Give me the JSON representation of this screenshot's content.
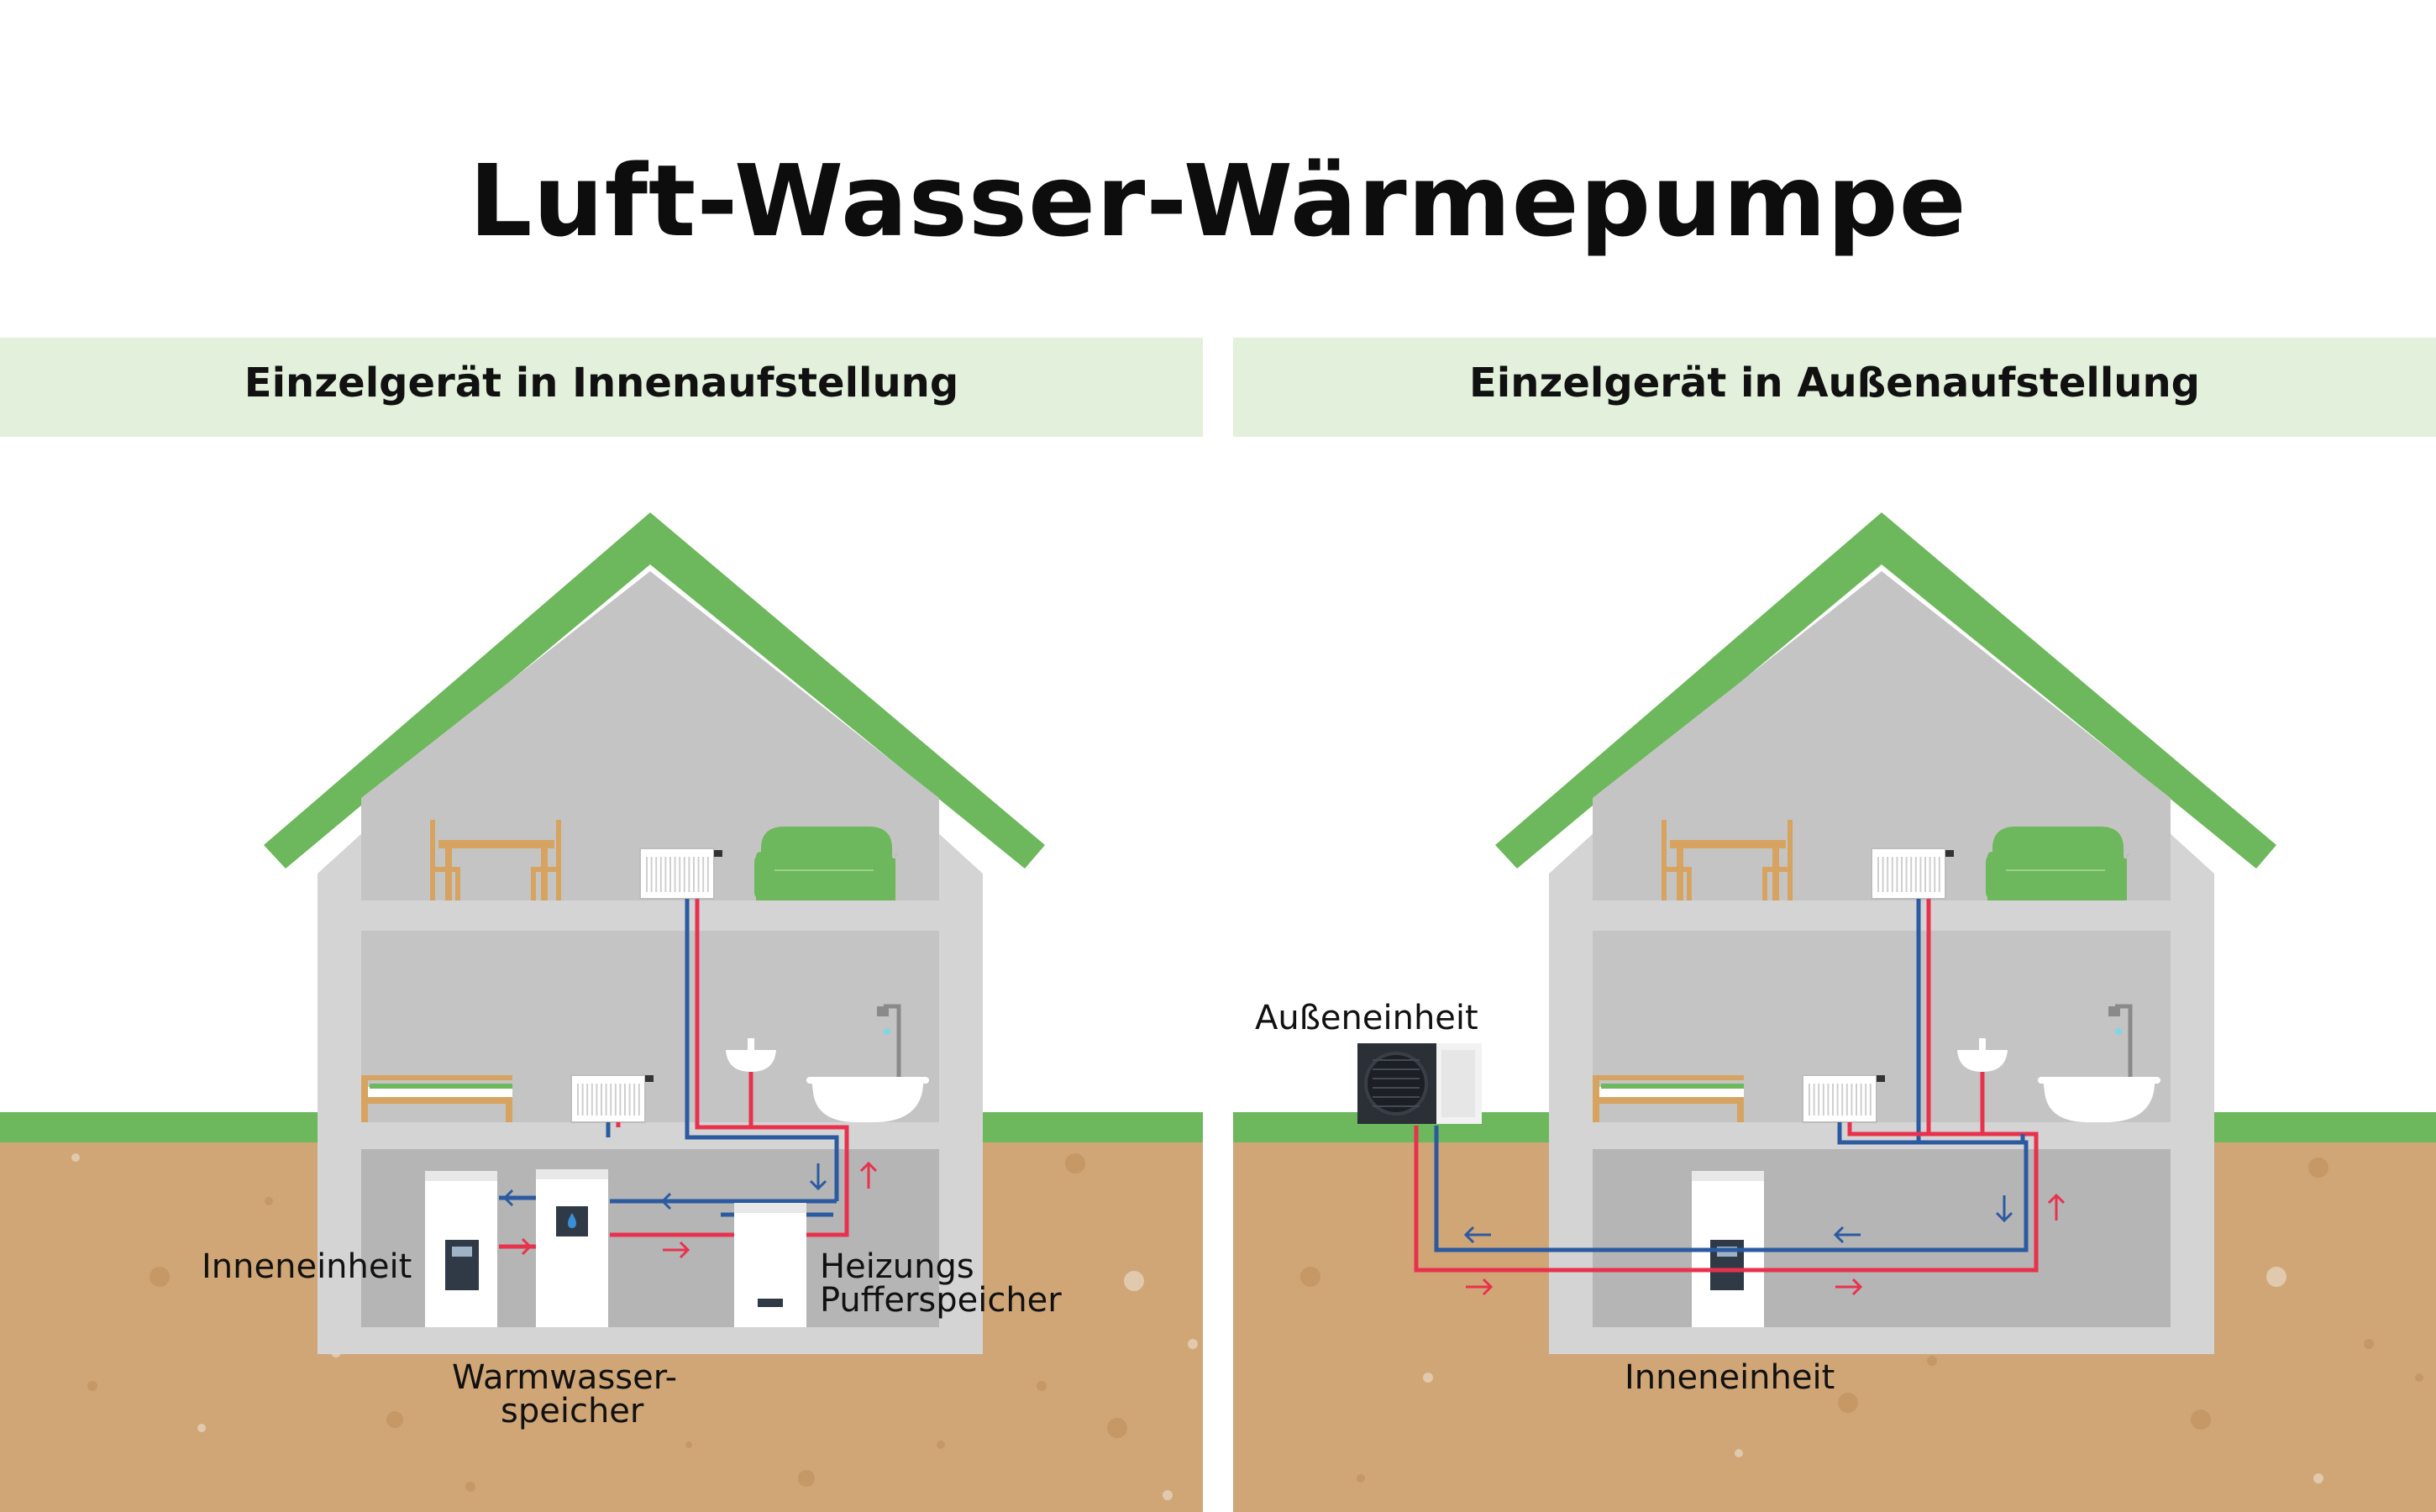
{
  "title": "Luft-Wasser-Wärmepumpe",
  "panels": [
    {
      "heading": "Einzelgerät in Innenaufstellung",
      "labels": {
        "inneneinheit": "Inneneinheit",
        "heizungs_line1": "Heizungs",
        "heizungs_line2": "Pufferspeicher",
        "warmwasser_line1": "Warmwasser-",
        "warmwasser_line2": "speicher"
      }
    },
    {
      "heading": "Einzelgerät in Außenaufstellung",
      "labels": {
        "ausseneinheit": "Außeneinheit",
        "inneneinheit": "Inneneinheit"
      }
    }
  ],
  "colors": {
    "roof": "#6db75c",
    "grass": "#6db75c",
    "soil": "#d0a677",
    "wall": "#d4d4d4",
    "room": "#c4c4c4",
    "basement": "#b5b5b5",
    "band": "#e3f1dc",
    "pipe_cold": "#2c5aa0",
    "pipe_hot": "#e8324d",
    "furniture_wood": "#d6a460",
    "sofa": "#6db75c"
  }
}
